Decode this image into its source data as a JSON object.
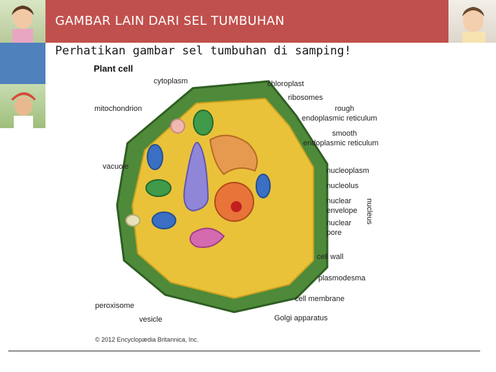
{
  "header": {
    "title": "GAMBAR LAIN DARI SEL TUMBUHAN"
  },
  "subtitle": "Perhatikan gambar sel tumbuhan di samping!",
  "diagram": {
    "title": "Plant cell",
    "labels": {
      "cytoplasm": "cytoplasm",
      "chloroplast": "chloroplast",
      "ribosomes": "ribosomes",
      "mitochondrion": "mitochondrion",
      "rough_er_1": "rough",
      "rough_er_2": "endoplasmic reticulum",
      "smooth_er_1": "smooth",
      "smooth_er_2": "endoplasmic reticulum",
      "vacuole": "vacuole",
      "nucleoplasm": "nucleoplasm",
      "nucleolus": "nucleolus",
      "nuclear_envelope_1": "nuclear",
      "nuclear_envelope_2": "envelope",
      "nuclear_pore_1": "nuclear",
      "nuclear_pore_2": "pore",
      "nucleus": "nucleus",
      "cell_wall": "cell wall",
      "plasmodesma": "plasmodesma",
      "cell_membrane": "cell membrane",
      "golgi": "Golgi apparatus",
      "peroxisome": "peroxisome",
      "vesicle": "vesicle"
    },
    "copyright": "© 2012 Encyclopædia Britannica, Inc.",
    "colors": {
      "cell_wall": "#4e8a3a",
      "cytoplasm": "#e9c23a",
      "vacuole": "#8f86d8",
      "nucleus": "#e8743a",
      "golgi": "#d46bb0",
      "chloroplast": "#3f9a4a",
      "mitochondrion": "#3a6fc4"
    }
  }
}
